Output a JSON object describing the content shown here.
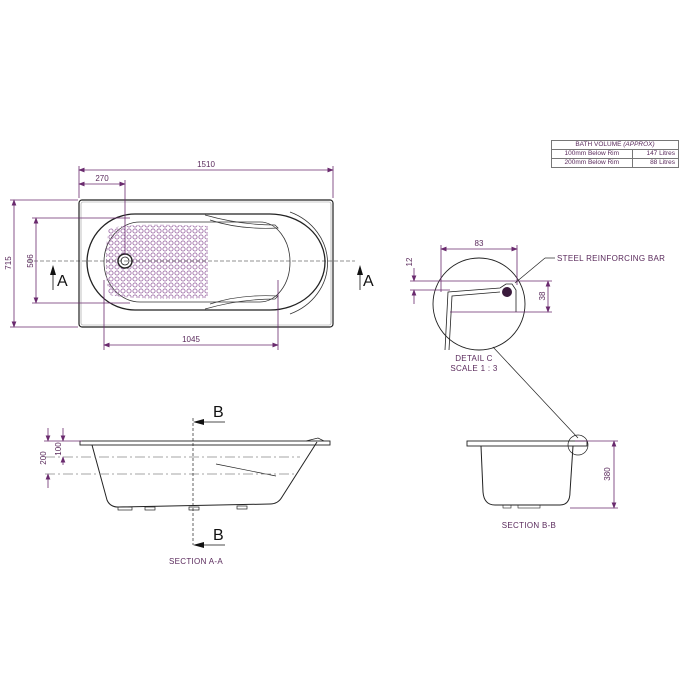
{
  "volume_table": {
    "header": "BATH VOLUME",
    "header_note": "(APPROX)",
    "rows": [
      {
        "label": "100mm Below Rim",
        "value": "147 Litres"
      },
      {
        "label": "200mm Below Rim",
        "value": "88 Litres"
      }
    ]
  },
  "plan_view": {
    "dims": {
      "overall_length": "1510",
      "waste_offset": "270",
      "overall_width": "715",
      "inner_width": "506",
      "inner_length": "1045"
    },
    "section_marks": [
      "A",
      "A"
    ]
  },
  "detail_c": {
    "title": "DETAIL C",
    "scale": "SCALE 1 : 3",
    "callout": "STEEL REINFORCING BAR",
    "dims": {
      "width": "83",
      "rim": "12",
      "depth": "38"
    }
  },
  "section_aa": {
    "title": "SECTION A-A",
    "marks": [
      "B",
      "B"
    ],
    "dims": {
      "level_200": "200",
      "level_100": "100"
    }
  },
  "section_bb": {
    "title": "SECTION B-B",
    "dims": {
      "depth": "380"
    }
  },
  "colors": {
    "dimension": "#6a2a6e",
    "outline": "#222222",
    "dots": "#a070a8"
  }
}
